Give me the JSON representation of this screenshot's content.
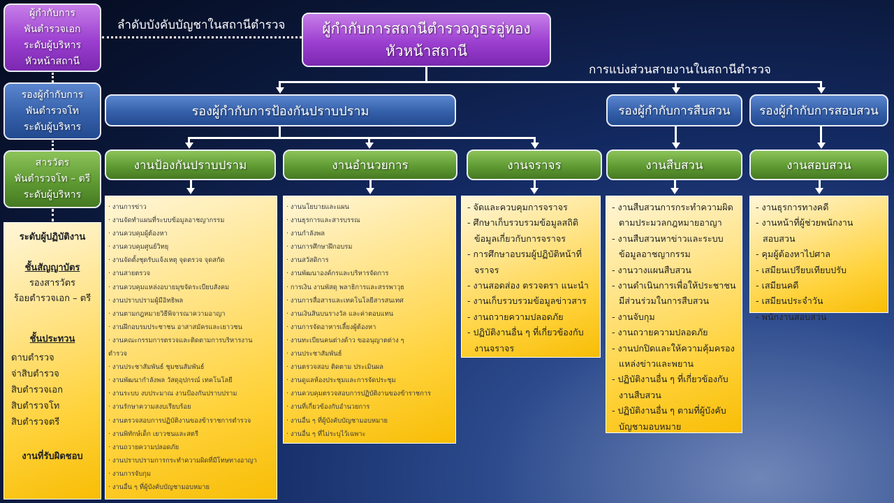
{
  "left_panel": {
    "chief": [
      "ผู้กำกับการ",
      "พันตำรวจเอก",
      "ระดับผู้บริหาร",
      "หัวหน้าสถานี"
    ],
    "deputy": [
      "รองผู้กำกับการ",
      "พันตำรวจโท",
      "ระดับผู้บริหาร"
    ],
    "inspector": [
      "สารวัตร",
      "พันตำรวจโท – ตรี",
      "ระดับผู้บริหาร"
    ],
    "legend": {
      "title": "ระดับผู้ปฏิบัติงาน",
      "commissioned_heading": "ชั้นสัญญาบัตร",
      "commissioned": [
        "รองสารวัตร",
        "ร้อยตำรวจเอก – ตรี"
      ],
      "nco_heading": "ชั้นประทวน",
      "nco": [
        "ดาบตำรวจ",
        "จ่าสิบตำรวจ",
        "สิบตำรวจเอก",
        "สิบตำรวจโท",
        "สิบตำรวจตรี"
      ],
      "footer": "งานที่รับผิดชอบ"
    }
  },
  "labels": {
    "chain_of_command": "ลำดับบังคับบัญชาในสถานีตำรวจ",
    "division": "การแบ่งส่วนสายงานในสถานีตำรวจ"
  },
  "top": {
    "line1": "ผู้กำกับการสถานีตำรวจภูธรอู่ทอง",
    "line2": "หัวหน้าสถานี"
  },
  "deputies": [
    "รองผู้กำกับการป้องกันปราบปราม",
    "รองผู้กำกับการสืบสวน",
    "รองผู้กำกับการสอบสวน"
  ],
  "units": [
    {
      "title": "งานป้องกันปราบปราม",
      "items": [
        "· งานการข่าว",
        "· งานจัดทำแผนที่ระบบข้อมูลอาชญากรรม",
        "· งานควบคุมผู้ต้องหา",
        "· งานควบคุมศูนย์วิทยุ",
        "· งานจัดตั้งชุดรับแจ้งเหตุ จุดตรวจ จุดสกัด",
        "· งานสายตรวจ",
        "· งานควบคุมแหล่งอบายมุขจัดระเบียบสังคม",
        "· งานปราบปรามผู้มีอิทธิพล",
        "· งานตามกฎหมายวิธีพิจารณาความอาญา",
        "· งานฝึกอบรมประชาชน อาสาสมัครและเยาวชน",
        "· งานคณะกรรมการตรวจและติดตามการบริหารงาน",
        "  ตำรวจ",
        "· งานประชาสัมพันธ์ ชุมชนสัมพันธ์",
        "· งานพัฒนากำลังพล วัสดุอุปกรณ์  เทคโนโลยี",
        "· งานระบบ งบประมาณ งานป้องกันปราบปราม",
        "· งานรักษาความสงบเรียบร้อย",
        "· งานตรวจสอบการปฏิบัติงานของข้าราชการตำรวจ",
        "· งานพิทักษ์เด็ก เยาวชนและสตรี",
        "· งานถวายความปลอดภัย",
        "· งานปราบปรามการกระทำความผิดที่มีโทษทางอาญา",
        "· งานการจับกุม",
        "· งานอื่น ๆ ที่ผู้บังคับบัญชามอบหมาย"
      ]
    },
    {
      "title": "งานอำนวยการ",
      "items": [
        "· งานนโยบายและแผน",
        "· งานธุรการและสารบรรณ",
        "· งานกำลังพล",
        "· งานการศึกษาฝึกอบรม",
        "· งานสวัสดิการ",
        "· งานพัฒนาองค์กรและบริหารจัดการ",
        "· การเงิน งานพัสดุ พลาธิการและสรรพาวุธ",
        "· งานการสื่อสารและเทคโนโลยีสารสนเทศ",
        "· งานเงินสินบนรางวัล และค่าตอบแทน",
        "· งานการจัดอาหารเลี้ยงผู้ต้องหา",
        "· งานทะเบียนคนต่างด้าว ขออนุญาตต่าง ๆ",
        "· งานประชาสัมพันธ์",
        "· งานตรวจสอบ  ติดตาม  ประเมินผล",
        "· งานดูแลห้องประชุมและการจัดประชุม",
        "· งานควบคุมตรวจสอบการปฏิบัติงานของข้าราชการ",
        "· งานที่เกี่ยวข้องกับอำนวยการ",
        "· งานอื่น ๆ ที่ผู้บังคับบัญชามอบหมาย",
        "· งานอื่น ๆ ที่ไม่ระบุไว้เฉพาะ"
      ]
    },
    {
      "title": "งานจราจร",
      "items": [
        "- จัดและควบคุมการจราจร",
        "- ศึกษาเก็บรวบรวมข้อมูลสถิติข้อมูลเกี่ยวกับการจราจร",
        "- การศึกษาอบรมผู้ปฏิบัติหน้าที่จราจร",
        "- งานสอดส่อง ตรวจตรา แนะนำ",
        "- งานเก็บรวบรวมข้อมูลข่าวสาร",
        "- งานถวายความปลอดภัย",
        "- ปฏิบัติงานอื่น ๆ ที่เกี่ยวข้องกับงานจราจร"
      ]
    },
    {
      "title": "งานสืบสวน",
      "items": [
        "- งานสืบสวนการกระทำความผิดตามประมวลกฎหมายอาญา",
        "- งานสืบสวนหาข่าวและระบบข้อมูลอาชญากรรม",
        "- งานวางแผนสืบสวน",
        "- งานดำเนินการเพื่อให้ประชาชนมีส่วนร่วมในการสืบสวน",
        "- งานจับกุม",
        "- งานถวายความปลอดภัย",
        "- งานปกปิดและให้ความคุ้มครองแหล่งข่าวและพยาน",
        "- ปฏิบัติงานอื่น ๆ ที่เกี่ยวข้องกับงานสืบสวน",
        "- ปฏิบัติงานอื่น ๆ ตามที่ผู้บังคับบัญชามอบหมาย"
      ]
    },
    {
      "title": "งานสอบสวน",
      "items": [
        "- งานธุรการทางคดี",
        "- งานหน้าที่ผู้ช่วยพนักงานสอบสวน",
        "- คุมผู้ต้องหาไปศาล",
        "- เสมียนเปรียบเทียบปรับ",
        "- เสมียนคดี",
        "- เสมียนประจำวัน",
        "- พนักงานสอบสวน"
      ]
    }
  ]
}
